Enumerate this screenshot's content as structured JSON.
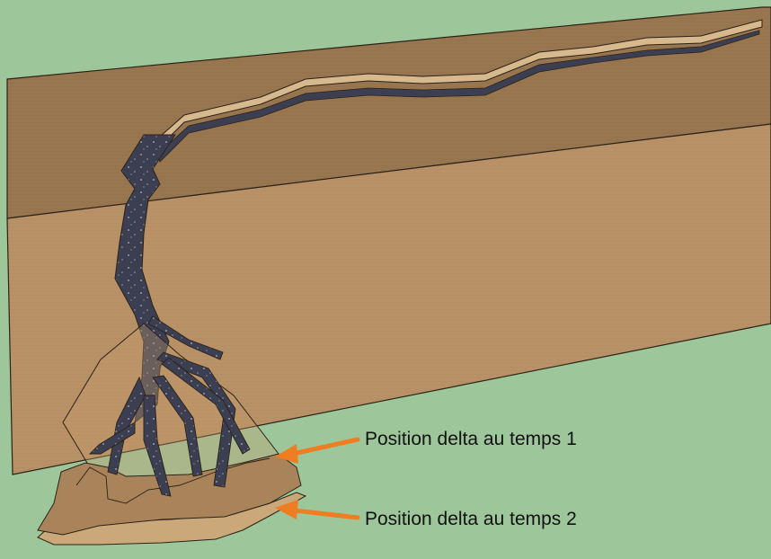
{
  "annotations": [
    {
      "id": "delta-1",
      "text": "Position delta au temps 1"
    },
    {
      "id": "delta-2",
      "text": "Position delta au temps 2"
    }
  ],
  "colors": {
    "background": "#9dc79a",
    "terrain_back": "#98764f",
    "terrain_front": "#b99166",
    "channel": "#3c3f52",
    "arrow": "#ef7d22",
    "outline": "#2b2218"
  }
}
